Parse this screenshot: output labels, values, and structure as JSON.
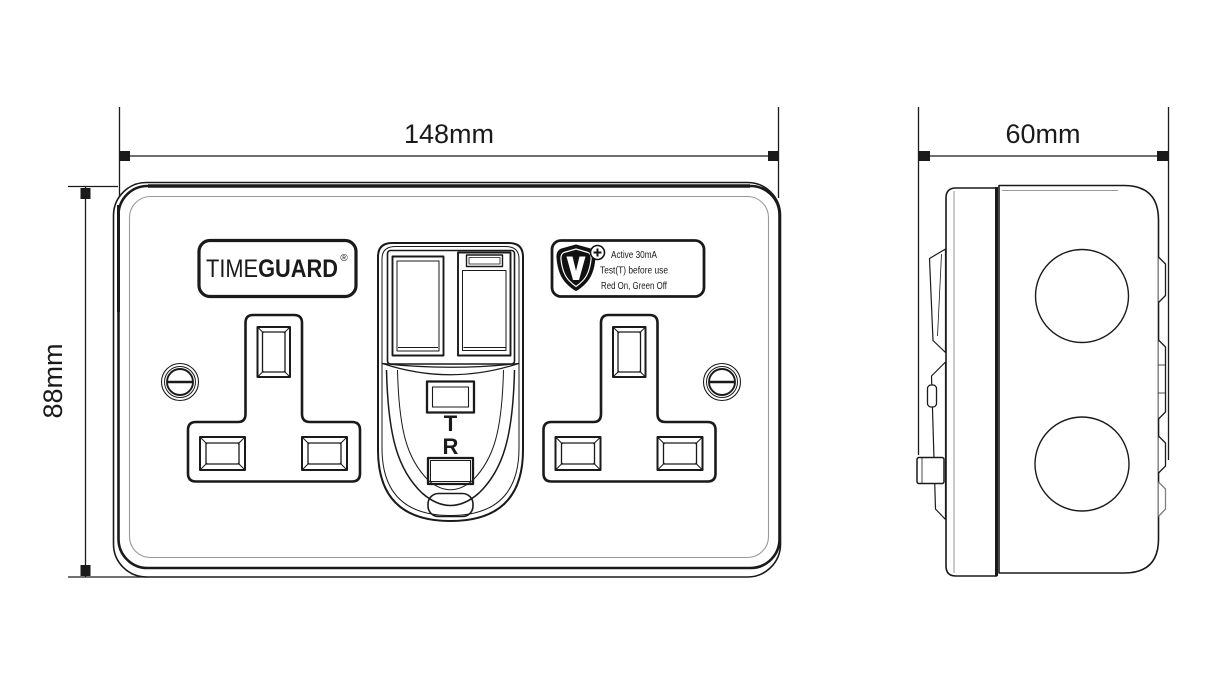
{
  "dimensions": {
    "front_width": "148mm",
    "front_height": "88mm",
    "side_depth": "60mm"
  },
  "front_view": {
    "brand_badge": {
      "part1": "TIME",
      "part2": "GUARD",
      "registered_mark": "®"
    },
    "rating_label": {
      "line1": "Active 30mA",
      "line2": "Test(T) before use",
      "line3": "Red On, Green Off"
    },
    "rcd": {
      "test_button": "T",
      "reset_button": "R"
    }
  },
  "icons": {
    "shield": "shield-v-plus",
    "screw": "slotted-screw"
  },
  "colors": {
    "line": "#1a1a1a",
    "bevel": "#999999",
    "background": "#ffffff"
  }
}
